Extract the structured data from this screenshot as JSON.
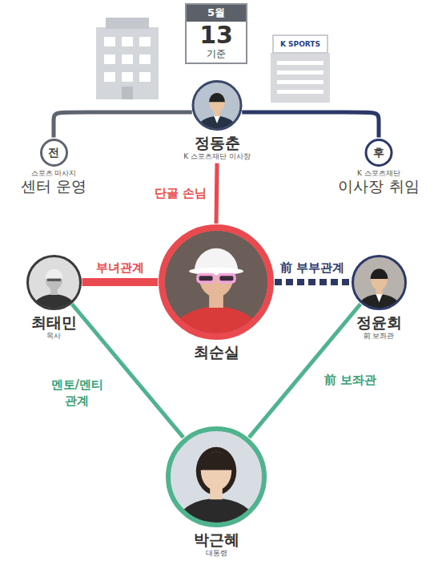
{
  "diagram": {
    "nodes": [
      {
        "text": [
          "5월",
          "13",
          "기준"
        ]
      },
      {
        "text": [
          "정동춘",
          "K 스포츠재단 이사장"
        ]
      },
      {
        "text": [
          "전",
          "스포츠 마사지",
          "센터 운영"
        ]
      },
      {
        "text": [
          "후",
          "K 스포츠재단",
          "이사장 취임"
        ]
      },
      {
        "text": [
          "최태민",
          "목사"
        ]
      },
      {
        "text": [
          "최순실"
        ]
      },
      {
        "text": [
          "정윤회",
          "前 보좌관"
        ]
      },
      {
        "text": [
          "박근혜",
          "대통령"
        ]
      }
    ],
    "edges": [
      {
        "from": 1,
        "to": 2,
        "arrow": "none"
      },
      {
        "from": 1,
        "to": 3,
        "arrow": "none"
      },
      {
        "from": 1,
        "to": 5,
        "label": "단골 손님",
        "arrow": "none"
      },
      {
        "from": 4,
        "to": 5,
        "label": "부녀관계",
        "arrow": "none"
      },
      {
        "from": 5,
        "to": 6,
        "label": "前 부부관계",
        "arrow": "none"
      },
      {
        "from": 4,
        "to": 7,
        "label": "멘토/멘티 관계",
        "arrow": "none"
      },
      {
        "from": 6,
        "to": 7,
        "label": "前 보좌관",
        "arrow": "none"
      }
    ],
    "labels": [
      "K SPORTS"
    ]
  }
}
